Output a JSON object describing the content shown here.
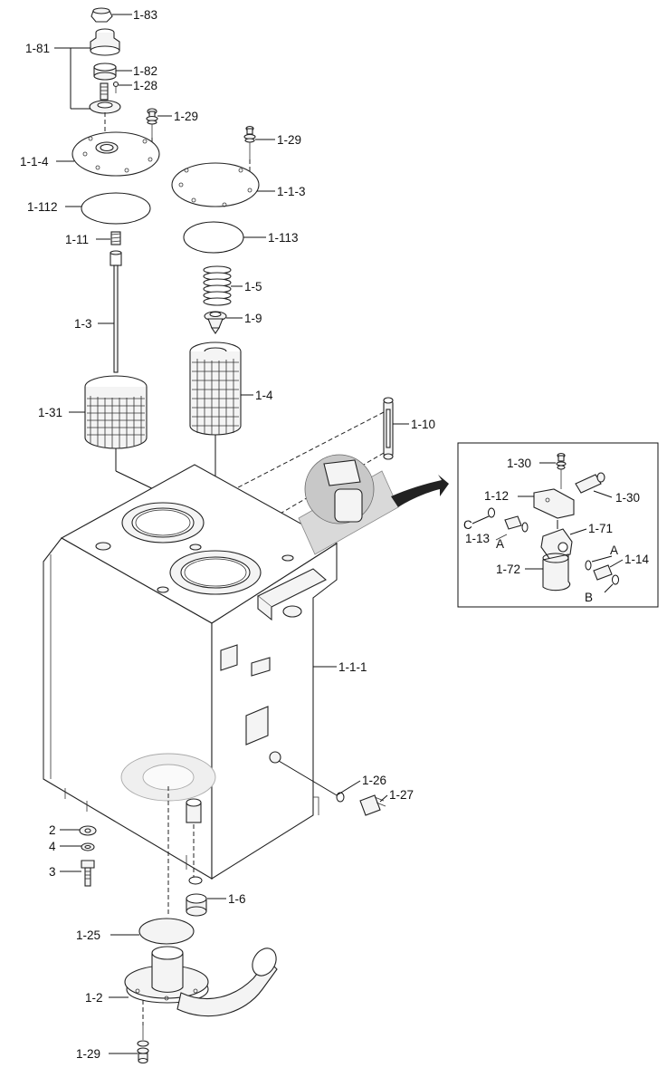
{
  "labels": {
    "p1_83": "1-83",
    "p1_81": "1-81",
    "p1_82": "1-82",
    "p1_28": "1-28",
    "p1_29a": "1-29",
    "p1_29b": "1-29",
    "p1_1_4": "1-1-4",
    "p1_1_3": "1-1-3",
    "p1_112": "1-112",
    "p1_113": "1-113",
    "p1_11": "1-11",
    "p1_5": "1-5",
    "p1_9": "1-9",
    "p1_3": "1-3",
    "p1_4": "1-4",
    "p1_31": "1-31",
    "p1_10": "1-10",
    "p1_1_1": "1-1-1",
    "p1_26": "1-26",
    "p1_27": "1-27",
    "p2": "2",
    "p4": "4",
    "p3": "3",
    "p1_6": "1-6",
    "p1_25": "1-25",
    "p1_2": "1-2",
    "p1_29c": "1-29"
  },
  "inset": {
    "p1_30a": "1-30",
    "p1_30b": "1-30",
    "p1_12": "1-12",
    "c": "C",
    "p1_13": "1-13",
    "a1": "A",
    "p1_71": "1-71",
    "p1_72": "1-72",
    "a2": "A",
    "p1_14": "1-14",
    "b": "B"
  }
}
